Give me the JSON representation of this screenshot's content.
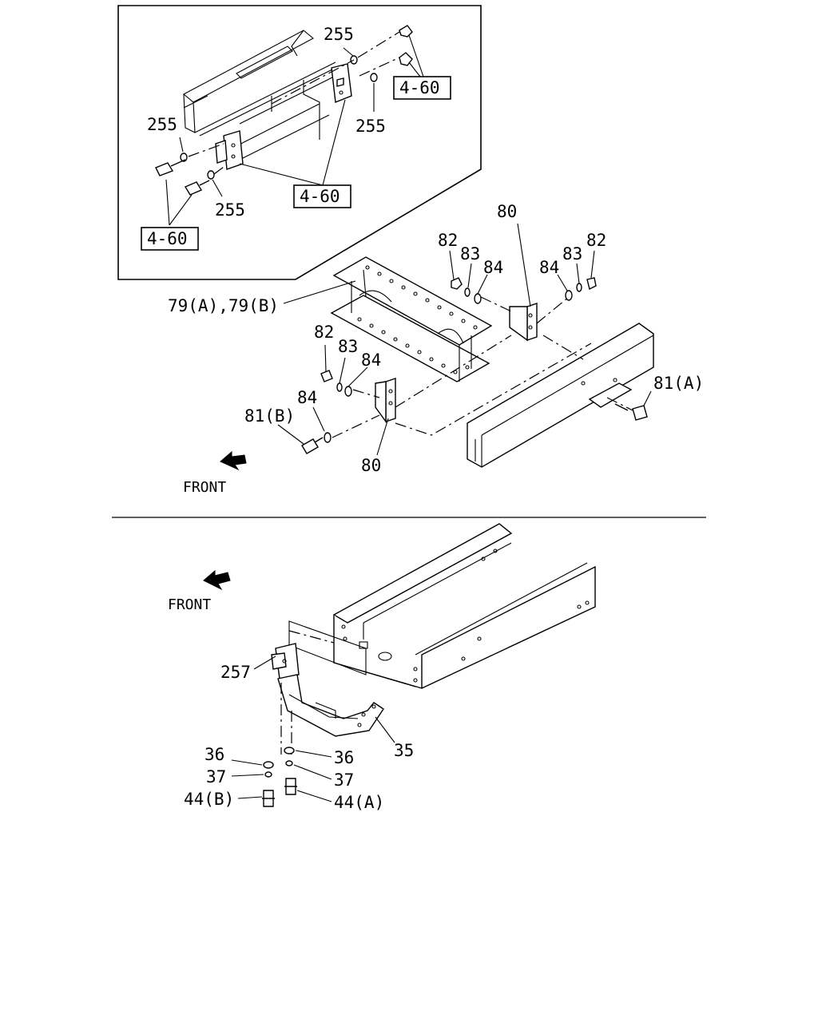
{
  "top_diagram": {
    "inset_labels": [
      "255",
      "255",
      "255",
      "255"
    ],
    "ref_boxes": [
      "4-60",
      "4-60",
      "4-60"
    ],
    "labels": {
      "crossmember": "79(A),79(B)",
      "bracket_upper": "80",
      "bracket_lower": "80",
      "nut_right": "82",
      "spring_washer_right": "83",
      "washer_right": "84",
      "nut_left": "82",
      "spring_washer_left": "83",
      "washer_left": "84",
      "nut_lower": "82",
      "spring_washer_lower": "83",
      "washer_lower": "84",
      "washer_bolt": "84",
      "bolt_a": "81(A)",
      "bolt_b": "81(B)"
    },
    "front_label": "FRONT"
  },
  "bottom_diagram": {
    "labels": {
      "bracket": "257",
      "hanger": "35",
      "washer_left": "36",
      "washer_right": "36",
      "spring_washer_left": "37",
      "spring_washer_right": "37",
      "bolt_b": "44(B)",
      "bolt_a": "44(A)"
    },
    "front_label": "FRONT"
  }
}
